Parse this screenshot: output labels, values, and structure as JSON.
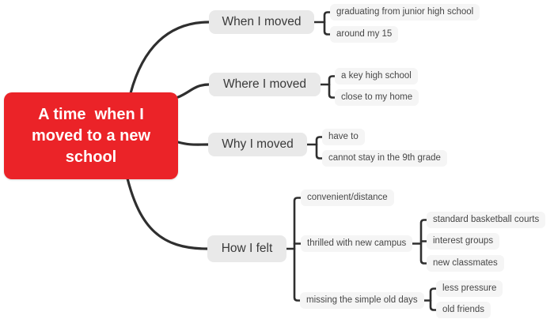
{
  "map": {
    "root": {
      "label": "A time  when I moved to a new school"
    },
    "branches": [
      {
        "label": "When I moved",
        "children": [
          {
            "label": "graduating from junior high school"
          },
          {
            "label": "around my 15"
          }
        ]
      },
      {
        "label": "Where I moved",
        "children": [
          {
            "label": "a key high school"
          },
          {
            "label": "close to my home"
          }
        ]
      },
      {
        "label": "Why I moved",
        "children": [
          {
            "label": "have to"
          },
          {
            "label": "cannot stay in the 9th grade"
          }
        ]
      },
      {
        "label": "How I felt",
        "children": [
          {
            "label": "convenient/distance"
          },
          {
            "label": "thrilled with new campus",
            "children": [
              {
                "label": "standard basketball courts"
              },
              {
                "label": "interest groups"
              },
              {
                "label": "new classmates"
              }
            ]
          },
          {
            "label": "missing the simple old days",
            "children": [
              {
                "label": "less pressure"
              },
              {
                "label": "old friends"
              }
            ]
          }
        ]
      }
    ]
  },
  "colors": {
    "central_topic_bg": "#eb2328",
    "central_topic_text": "#ffffff",
    "branch_bg": "#e9e9e9",
    "leaf_bg": "#f5f5f5",
    "connector_line": "#2f2f2f"
  }
}
